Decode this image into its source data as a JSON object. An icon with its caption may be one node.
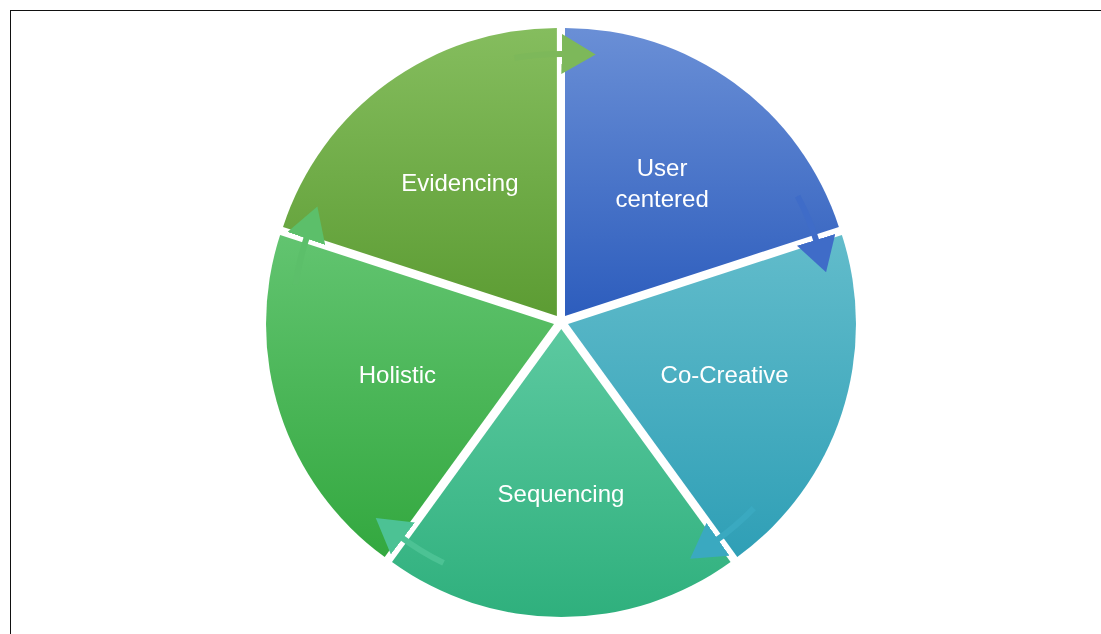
{
  "diagram": {
    "nodes": [
      {
        "text": [
          "User centered"
        ]
      },
      {
        "text": [
          "Co-Creative"
        ]
      },
      {
        "text": [
          "Sequencing"
        ]
      },
      {
        "text": [
          "Holistic"
        ]
      },
      {
        "text": [
          "Evidencing"
        ]
      }
    ],
    "edges": [
      {
        "from": 0,
        "to": 1,
        "arrow": "to",
        "color": "#3f6cc8"
      },
      {
        "from": 1,
        "to": 2,
        "arrow": "to",
        "color": "#3aa9c0"
      },
      {
        "from": 2,
        "to": 3,
        "arrow": "to",
        "color": "#4cc294"
      },
      {
        "from": 3,
        "to": 4,
        "arrow": "to",
        "color": "#5cbf6a"
      },
      {
        "from": 4,
        "to": 0,
        "arrow": "to",
        "color": "#7db85a"
      }
    ]
  }
}
